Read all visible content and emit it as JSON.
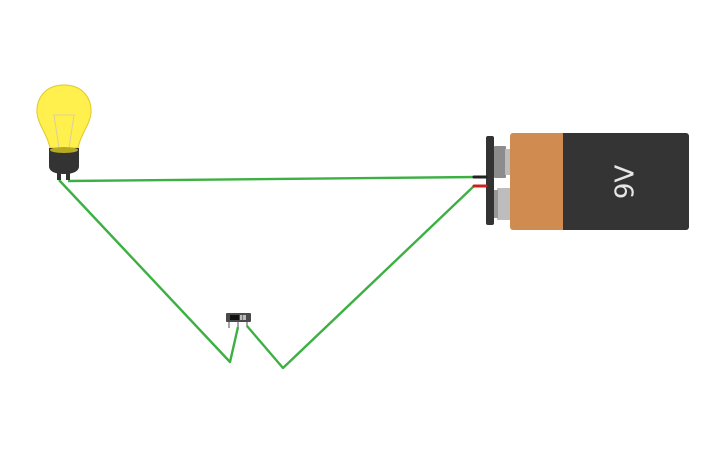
{
  "components": {
    "lamp": {
      "name": "light-bulb",
      "color": "#fff04d"
    },
    "battery": {
      "label": "9V",
      "copper_color": "#d08c50",
      "body_color": "#343434"
    },
    "switch": {
      "name": "slide-switch"
    }
  },
  "wire_color": "#3cb043",
  "lead_colors": {
    "negative": "#222222",
    "positive": "#cc2020"
  }
}
